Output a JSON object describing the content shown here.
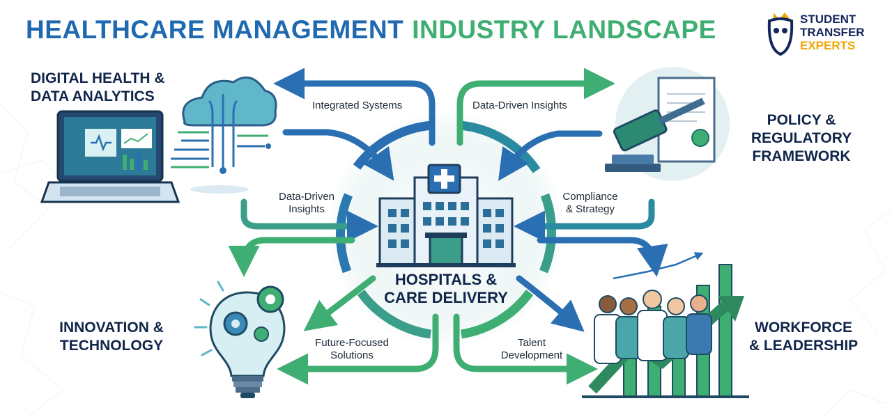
{
  "title": {
    "part1": "HEALTHCARE MANAGEMENT",
    "part2": "INDUSTRY LANDSCAPE"
  },
  "logo": {
    "line1": "STUDENT",
    "line2": "TRANSFER",
    "line3": "EXPERTS"
  },
  "center": {
    "line1": "HOSPITALS &",
    "line2": "CARE DELIVERY"
  },
  "sections": {
    "digital_health": {
      "line1": "DIGITAL HEALTH &",
      "line2": "DATA ANALYTICS"
    },
    "policy": {
      "line1": "POLICY &",
      "line2": "REGULATORY",
      "line3": "FRAMEWORK"
    },
    "innovation": {
      "line1": "INNOVATION &",
      "line2": "TECHNOLOGY"
    },
    "workforce": {
      "line1": "WORKFORCE",
      "line2": "& LEADERSHIP"
    }
  },
  "flows": {
    "integrated_systems": "Integrated Systems",
    "data_driven_top": "Data-Driven Insights",
    "data_driven_left": {
      "line1": "Data-Driven",
      "line2": "Insights"
    },
    "compliance": {
      "line1": "Compliance",
      "line2": "& Strategy"
    },
    "future_focused": {
      "line1": "Future-Focused",
      "line2": "Solutions"
    },
    "talent": {
      "line1": "Talent",
      "line2": "Development"
    }
  },
  "colors": {
    "blue": "#1f69b0",
    "green": "#3fae72",
    "navy": "#10254a",
    "gold": "#f0a500"
  },
  "icons": [
    "laptop-dashboard-icon",
    "cloud-network-icon",
    "gavel-document-icon",
    "hospital-building-icon",
    "lightbulb-gears-icon",
    "medical-team-icon",
    "growth-chart-icon",
    "owl-logo-icon"
  ]
}
